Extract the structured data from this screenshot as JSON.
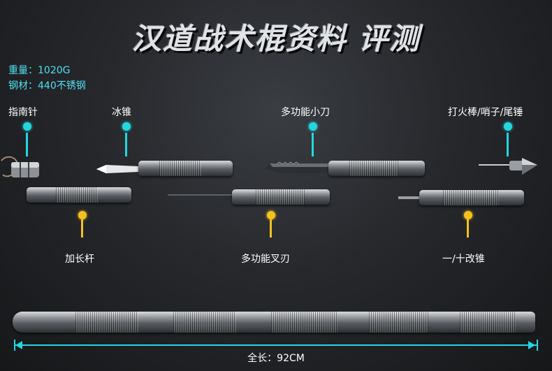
{
  "title": "汉道战术棍资料 评测",
  "specs": {
    "weight": "重量：1020G",
    "steel": "钢材：440不锈钢"
  },
  "labels": {
    "compass": "指南针",
    "ice_pick": "冰锥",
    "knife": "多功能小刀",
    "fire_starter": "打火棒/哨子/尾锤",
    "extension": "加长杆",
    "fork_knife": "多功能叉刃",
    "screwdriver": "一/十改锥"
  },
  "total_length": "全长：92CM",
  "colors": {
    "cyan": "#23d7df",
    "yellow": "#f4c21e"
  }
}
